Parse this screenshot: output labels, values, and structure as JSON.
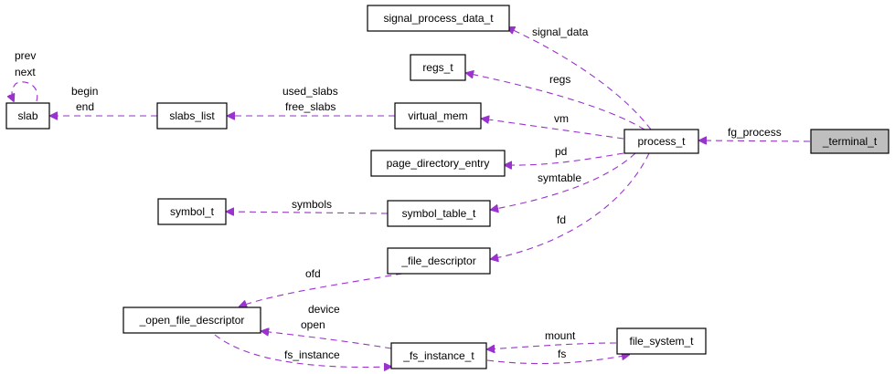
{
  "nodes": {
    "terminal_t": "_terminal_t",
    "process_t": "process_t",
    "signal_process_data_t": "signal_process_data_t",
    "regs_t": "regs_t",
    "virtual_mem": "virtual_mem",
    "page_directory_entry": "page_directory_entry",
    "symbol_table_t": "symbol_table_t",
    "file_descriptor": "_file_descriptor",
    "slabs_list": "slabs_list",
    "slab": "slab",
    "symbol_t": "symbol_t",
    "open_file_descriptor": "_open_file_descriptor",
    "fs_instance_t": "_fs_instance_t",
    "file_system_t": "file_system_t"
  },
  "edges": {
    "fg_process": "fg_process",
    "signal_data": "signal_data",
    "regs": "regs",
    "vm": "vm",
    "pd": "pd",
    "symtable": "symtable",
    "fd": "fd",
    "used_slabs": "used_slabs",
    "free_slabs": "free_slabs",
    "begin": "begin",
    "end": "end",
    "prev": "prev",
    "next": "next",
    "symbols": "symbols",
    "ofd": "ofd",
    "device": "device",
    "open": "open",
    "fs_instance": "fs_instance",
    "mount": "mount",
    "fs": "fs"
  },
  "colors": {
    "edge": "#9a32cd",
    "node_border": "#000000",
    "current_node_fill": "#bfbfbf"
  }
}
